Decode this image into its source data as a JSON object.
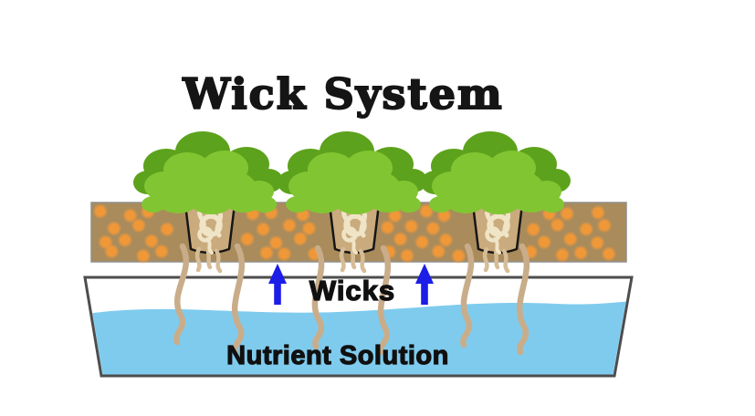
{
  "title": "Wick System",
  "labels": {
    "wicks": "Wicks",
    "nutrient_solution": "Nutrient Solution"
  },
  "diagram": {
    "type": "hydroponic wick system",
    "plant_count": 3,
    "wick_count": 6,
    "up_arrow_count": 2
  },
  "colors": {
    "background": "#ffffff",
    "title_text": "#151515",
    "label_text": "#101010",
    "bed_brown": "#a98b5c",
    "bed_border": "#8f8f8f",
    "pebble_orange": "#f09838",
    "plant_light_green": "#82c532",
    "plant_dark_green": "#5da21c",
    "pot_tan": "#c9ab7e",
    "pot_outline": "#161616",
    "rope_cream": "#f0e4c6",
    "rope_shadow": "#d6bd96",
    "wick_tan": "#c9ad8a",
    "water_blue": "#7fcbee",
    "reservoir_outline": "#4d4d4d",
    "arrow_blue": "#1d1de8"
  }
}
